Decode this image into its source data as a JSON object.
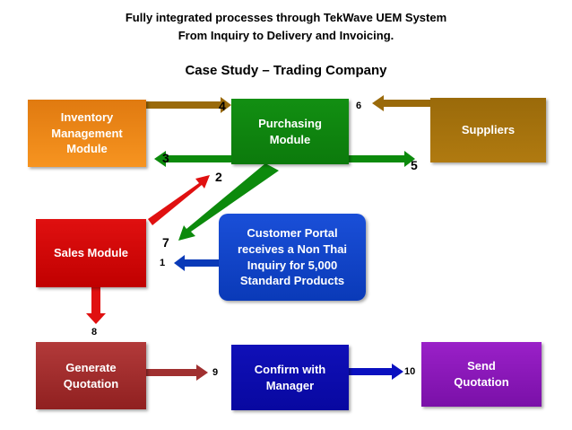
{
  "header": {
    "line1": "Fully integrated processes through TekWave UEM System",
    "line2": "From Inquiry to Delivery and Invoicing.",
    "subtitle": "Case Study – Trading Company"
  },
  "boxes": {
    "inventory": "Inventory\nManagement\nModule",
    "purchasing": "Purchasing\nModule",
    "suppliers": "Suppliers",
    "sales": "Sales Module",
    "portal": "Customer Portal\nreceives a Non Thai\nInquiry for 5,000\nStandard Products",
    "generate": "Generate\nQuotation",
    "confirm": "Confirm with\nManager",
    "send": "Send\nQuotation"
  },
  "steps": {
    "s1": "1",
    "s2": "2",
    "s3": "3",
    "s4": "4",
    "s5": "5",
    "s6": "6",
    "s7": "7",
    "s8": "8",
    "s9": "9",
    "s10": "10"
  }
}
